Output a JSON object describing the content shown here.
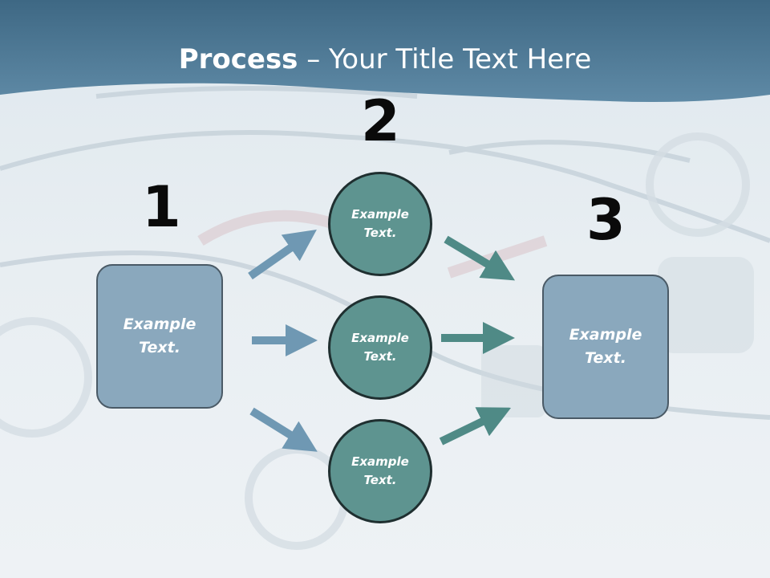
{
  "title": {
    "bold": "Process",
    "rest": " – Your Title Text Here"
  },
  "steps": [
    {
      "number": "1",
      "text": "Example Text."
    },
    {
      "number": "2",
      "text": "Example Text."
    },
    {
      "number": "3",
      "text": "Example Text."
    }
  ],
  "circles": [
    {
      "text": "Example Text."
    },
    {
      "text": "Example Text."
    },
    {
      "text": "Example Text."
    }
  ],
  "colors": {
    "header": "#4f7b98",
    "box_fill": "#8aa8bd",
    "circle_fill": "#5e9490",
    "arrow_left": "#6f98b3",
    "arrow_right": "#4f8a86"
  }
}
